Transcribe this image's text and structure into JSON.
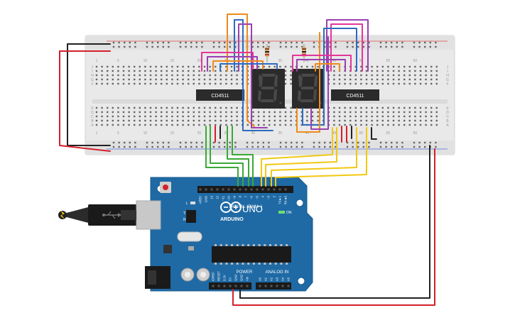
{
  "chips": {
    "left_label": "CD4511",
    "right_label": "CD4511"
  },
  "breadboard": {
    "row_letters_top": [
      "J",
      "I",
      "H",
      "G",
      "F"
    ],
    "row_letters_bottom": [
      "E",
      "D",
      "C",
      "B",
      "A"
    ],
    "col_numbers": [
      "1",
      "5",
      "10",
      "15",
      "20",
      "25",
      "30",
      "35",
      "40",
      "45",
      "50",
      "55",
      "60"
    ]
  },
  "arduino": {
    "brand": "ARDUINO",
    "model": "UNO",
    "digital_label": "DIGITAL (PWM~)",
    "analog_label": "ANALOG IN",
    "power_label": "POWER",
    "on_label": "ON",
    "led_l": "L",
    "led_tx": "TX",
    "led_rx": "RX",
    "digital_pins": [
      "AREF",
      "GND",
      "13",
      "12",
      "~11",
      "~10",
      "~9",
      "8",
      "7",
      "~6",
      "~5",
      "4",
      "~3",
      "2",
      "TX►1",
      "RX◄0"
    ],
    "power_pins": [
      "IOREF",
      "RESET",
      "3.3V",
      "5V",
      "GND",
      "GND",
      "Vin"
    ],
    "analog_pins": [
      "A0",
      "A1",
      "A2",
      "A3",
      "A4",
      "A5"
    ]
  },
  "colors": {
    "board": "#1f6aa5",
    "breadboard": "#e9e9e9",
    "wire_red": "#d4202a",
    "wire_black": "#222222",
    "wire_green": "#3aa935",
    "wire_yellow": "#f2c811",
    "wire_orange": "#ef8b1b",
    "wire_blue": "#2d6cc0",
    "wire_purple": "#9b3fb0",
    "wire_pink": "#e4359a",
    "display": "#2b2b2b",
    "segment_off": "#4a4a4a"
  }
}
